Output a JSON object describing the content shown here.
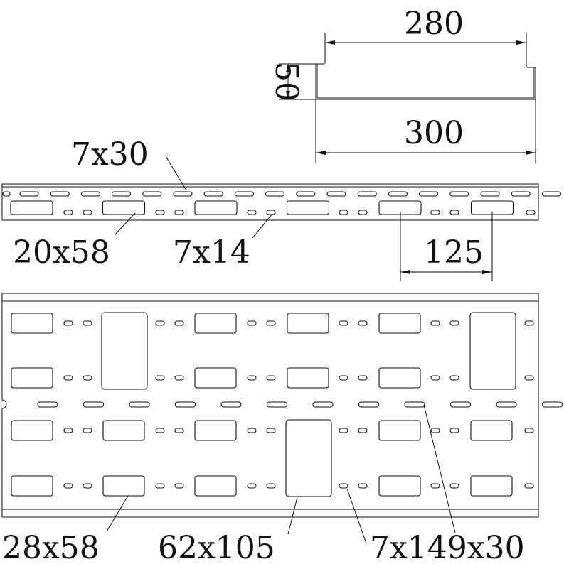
{
  "dimensions": {
    "width_top": "280",
    "width_bottom": "300",
    "height": "50",
    "hole_spacing": "125"
  },
  "callouts": {
    "slot_side": "7x30",
    "rect_side": "20x58",
    "small_slot_side": "7x14",
    "rect_base": "28x58",
    "large_rect_base": "62x105",
    "slot_base": "7x149x30"
  },
  "colors": {
    "stroke": "#111111",
    "background": "#ffffff"
  }
}
